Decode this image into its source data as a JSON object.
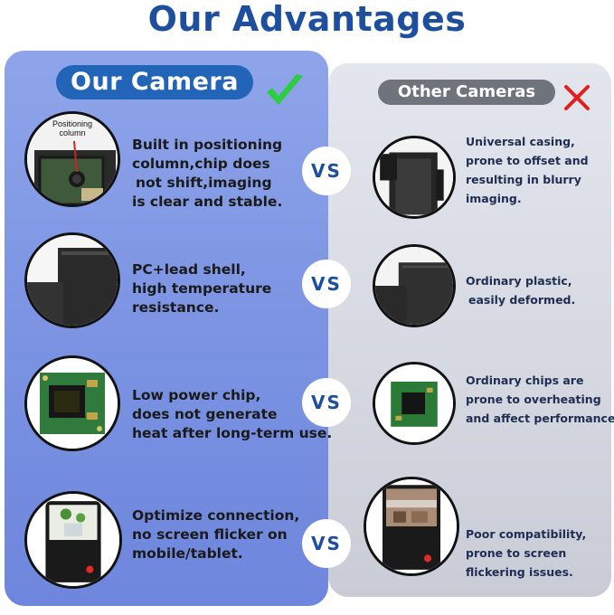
{
  "title": "Our Advantages",
  "our": {
    "label": "Our Camera",
    "badge_icon": "check-icon",
    "rows": [
      {
        "lines": [
          "Built in positioning",
          "column,chip does",
          "not shift,imaging",
          "is clear and stable."
        ],
        "callout": [
          "Positioning",
          "column"
        ]
      },
      {
        "lines": [
          "PC+lead shell,",
          "high temperature",
          "resistance."
        ]
      },
      {
        "lines": [
          "Low power chip,",
          "does not generate",
          "heat after long-term use."
        ]
      },
      {
        "lines": [
          "Optimize connection,",
          "no screen flicker on",
          "mobile/tablet."
        ]
      }
    ]
  },
  "other": {
    "label": "Other Cameras",
    "badge_icon": "cross-icon",
    "rows": [
      {
        "lines": [
          "Universal casing,",
          "prone to offset and",
          "resulting in blurry",
          "imaging."
        ]
      },
      {
        "lines": [
          "Ordinary plastic,",
          "easily deformed."
        ]
      },
      {
        "lines": [
          "Ordinary chips are",
          "prone to overheating",
          "and affect performance."
        ]
      },
      {
        "lines": [
          "Poor compatibility,",
          "prone to screen",
          "flickering issues."
        ]
      }
    ]
  },
  "vs_label": "VS",
  "colors": {
    "title": "#1d4f9e",
    "our_panel": "#7d95e3",
    "our_pill": "#2164b8",
    "other_panel": "#d6d9e2",
    "other_pill": "#6f737b",
    "check": "#2ecc40",
    "cross": "#e0201c"
  }
}
